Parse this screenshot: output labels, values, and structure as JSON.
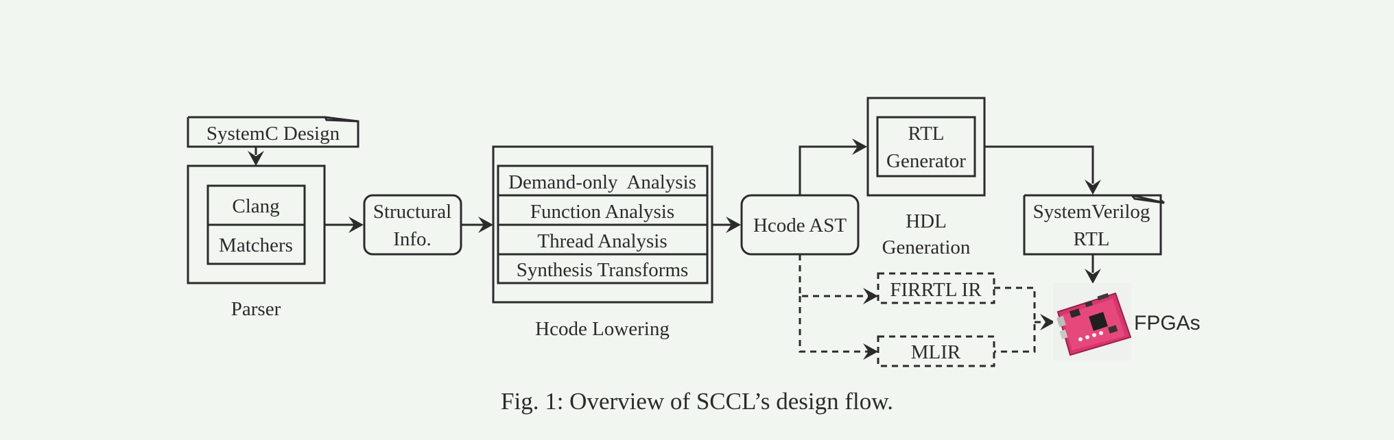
{
  "nodes": {
    "systemc_design": "SystemC Design",
    "clang": "Clang",
    "matchers": "Matchers",
    "parser": "Parser",
    "structural_line1": "Structural",
    "structural_line2": "Info.",
    "analysis_demand": "Demand-only  Analysis",
    "analysis_function": "Function Analysis",
    "analysis_thread": "Thread Analysis",
    "analysis_synthesis": "Synthesis Transforms",
    "hcode_lowering": "Hcode Lowering",
    "hcode_ast": "Hcode AST",
    "rtl_line1": "RTL",
    "rtl_line2": "Generator",
    "hdl_line1": "HDL",
    "hdl_line2": "Generation",
    "sv_line1": "SystemVerilog",
    "sv_line2": "RTL",
    "firrtl": "FIRRTL IR",
    "mlir": "MLIR",
    "fpgas": "FPGAs"
  },
  "caption": "Fig. 1: Overview of SCCL’s design flow.",
  "colors": {
    "background": "#f1f6f1",
    "stroke": "#2b2b2b",
    "fpga_board": "#d9366e"
  },
  "icons": {
    "fpga_board": "fpga-board-image"
  }
}
